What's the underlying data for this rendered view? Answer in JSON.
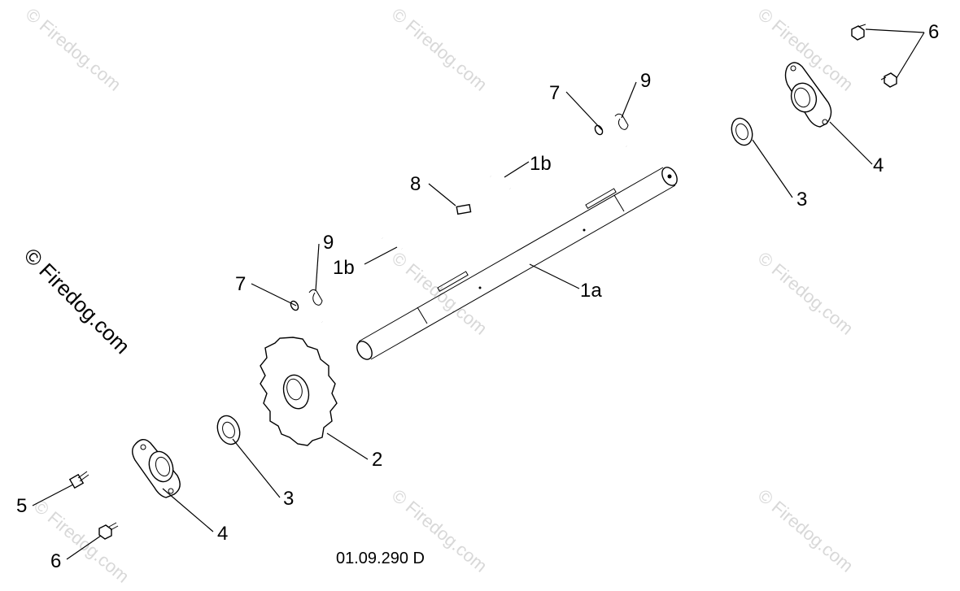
{
  "watermark": {
    "text": "© Firedog.com"
  },
  "drawing_number": "01.09.290 D",
  "callouts": {
    "shaft": "1a",
    "key_upper": "1b",
    "key_lower": "1b",
    "sprocket": "2",
    "washer_left": "3",
    "washer_right": "3",
    "flange_bearing_left": "4",
    "flange_bearing_right": "4",
    "bolt_left": "5",
    "nut_left": "6",
    "nut_right": "6",
    "pin_upper": "7",
    "pin_lower": "7",
    "woodruff_key": "8",
    "hairpin_upper": "9",
    "hairpin_lower": "9"
  }
}
